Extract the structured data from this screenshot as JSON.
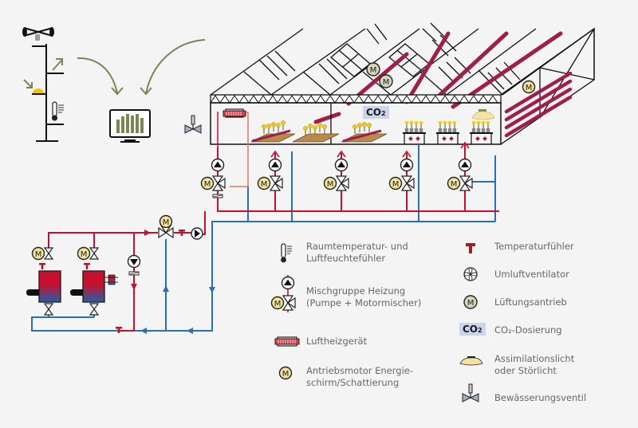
{
  "colors": {
    "background": "#f4f4f4",
    "supply_red": "#c8102e",
    "return_blue": "#2a6fb5",
    "heating_pipe": "#a01e4b",
    "olive": "#7c8452",
    "motor_yellow": "#f4e39a",
    "motor_grey": "#d6d6b8",
    "co2_bg": "#c9d5ec",
    "lamp": "#f6e2a5",
    "text": "#666666"
  },
  "greenhouse": {
    "co2_label": "CO",
    "co2_sub": "2",
    "motor_label": "M"
  },
  "legend": {
    "left": [
      {
        "icon": "thermometer-hygrometer-icon",
        "label": "Raumtemperatur- und\nLuftfeuchtefühler"
      },
      {
        "icon": "mixing-group-icon",
        "label": "Mischgruppe Heizung\n(Pumpe + Motormischer)"
      },
      {
        "icon": "air-heater-icon",
        "label": "Luftheizgerät"
      },
      {
        "icon": "screen-motor-icon",
        "label": "Antriebsmotor Energie-\nschirm/Schattierung"
      }
    ],
    "right": [
      {
        "icon": "temperature-sensor-icon",
        "label": "Temperaturfühler"
      },
      {
        "icon": "circulation-fan-icon",
        "label": "Umluftventilator"
      },
      {
        "icon": "ventilation-drive-icon",
        "label": "Lüftungsantrieb"
      },
      {
        "icon": "co2-dosing-icon",
        "label": "CO₂-Dosierung",
        "badge": "CO",
        "badge_sub": "2"
      },
      {
        "icon": "assimilation-light-icon",
        "label": "Assimilationslicht\noder Störlicht"
      },
      {
        "icon": "irrigation-valve-icon",
        "label": "Bewässerungsventil"
      }
    ]
  }
}
